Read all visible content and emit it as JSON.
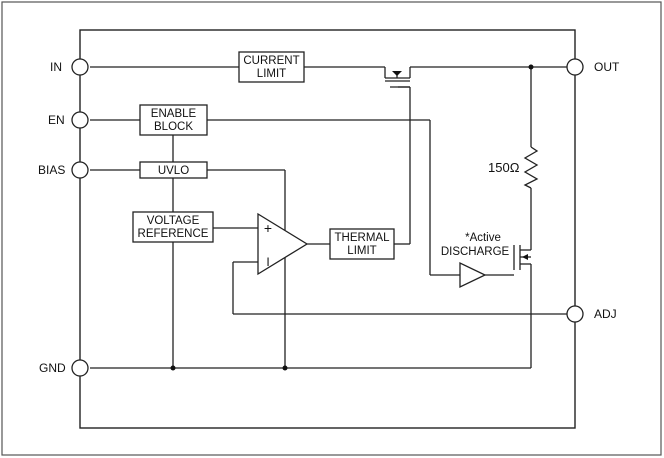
{
  "pins": {
    "in": "IN",
    "en": "EN",
    "bias": "BIAS",
    "gnd": "GND",
    "out": "OUT",
    "adj": "ADJ"
  },
  "blocks": {
    "current_limit": [
      "CURRENT",
      "LIMIT"
    ],
    "enable_block": [
      "ENABLE",
      "BLOCK"
    ],
    "uvlo": [
      "UVLO"
    ],
    "voltage_reference": [
      "VOLTAGE",
      "REFERENCE"
    ],
    "thermal_limit": [
      "THERMAL",
      "LIMIT"
    ]
  },
  "amp": {
    "plus": "+",
    "minus": "I"
  },
  "resistor": {
    "value": "150Ω"
  },
  "discharge": [
    "*Active",
    "DISCHARGE"
  ]
}
